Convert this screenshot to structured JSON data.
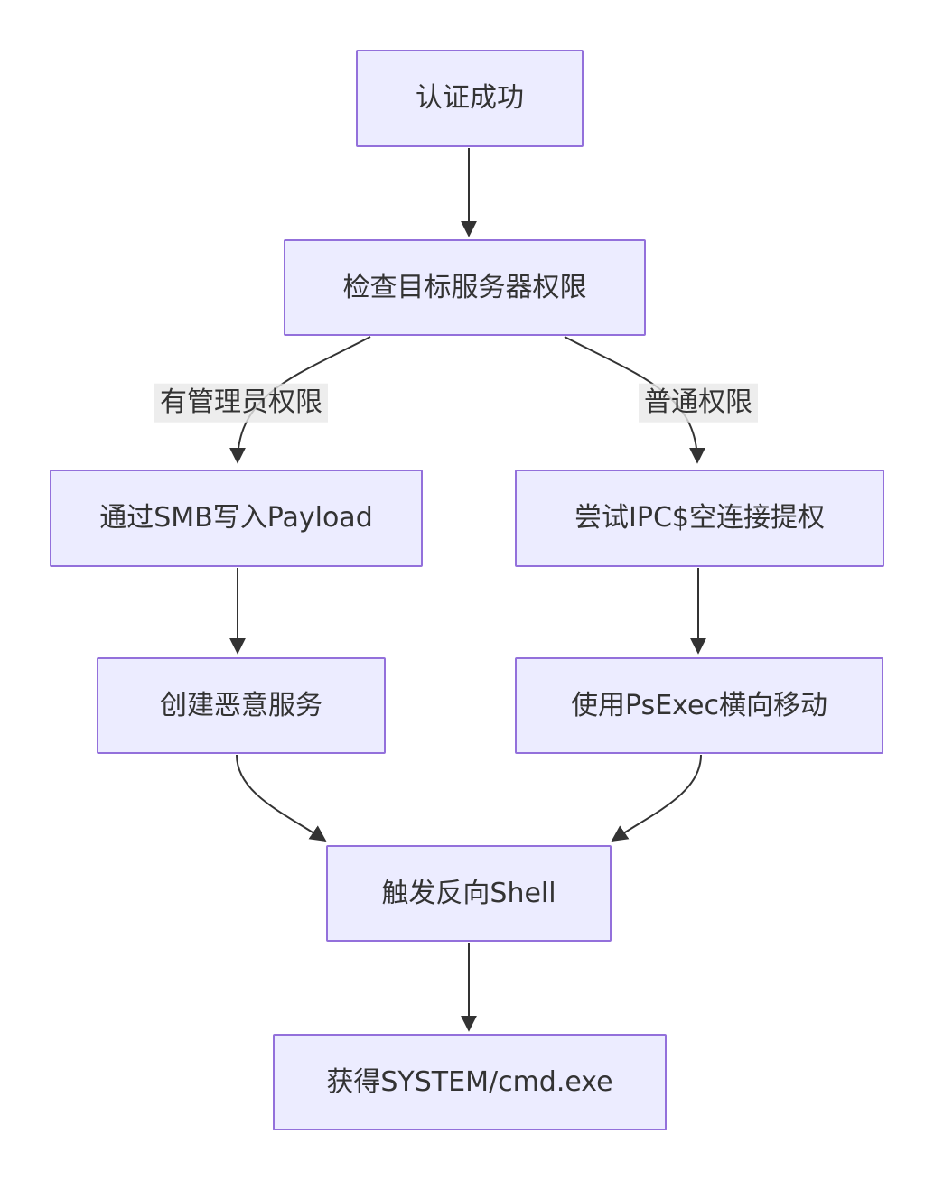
{
  "diagram": {
    "type": "flowchart-top-down",
    "nodes": {
      "auth_success": {
        "label": "认证成功"
      },
      "check_perms": {
        "label": "检查目标服务器权限"
      },
      "smb_payload": {
        "label": "通过SMB写入Payload"
      },
      "ipc_escalate": {
        "label": "尝试IPC$空连接提权"
      },
      "create_service": {
        "label": "创建恶意服务"
      },
      "psexec_lateral": {
        "label": "使用PsExec横向移动"
      },
      "reverse_shell": {
        "label": "触发反向Shell"
      },
      "system_shell": {
        "label": "获得SYSTEM/cmd.exe"
      }
    },
    "edge_labels": {
      "admin_branch": "有管理员权限",
      "normal_branch": "普通权限"
    },
    "edges": [
      {
        "from": "auth_success",
        "to": "check_perms",
        "label": ""
      },
      {
        "from": "check_perms",
        "to": "smb_payload",
        "label": "有管理员权限"
      },
      {
        "from": "check_perms",
        "to": "ipc_escalate",
        "label": "普通权限"
      },
      {
        "from": "smb_payload",
        "to": "create_service",
        "label": ""
      },
      {
        "from": "ipc_escalate",
        "to": "psexec_lateral",
        "label": ""
      },
      {
        "from": "create_service",
        "to": "reverse_shell",
        "label": ""
      },
      {
        "from": "psexec_lateral",
        "to": "reverse_shell",
        "label": ""
      },
      {
        "from": "reverse_shell",
        "to": "system_shell",
        "label": ""
      }
    ],
    "colors": {
      "node_fill": "#ECECFF",
      "node_border": "#9370DB",
      "edge_stroke": "#333333",
      "edge_label_bg": "#e8e8e8",
      "text": "#333333",
      "background": "#ffffff"
    }
  }
}
